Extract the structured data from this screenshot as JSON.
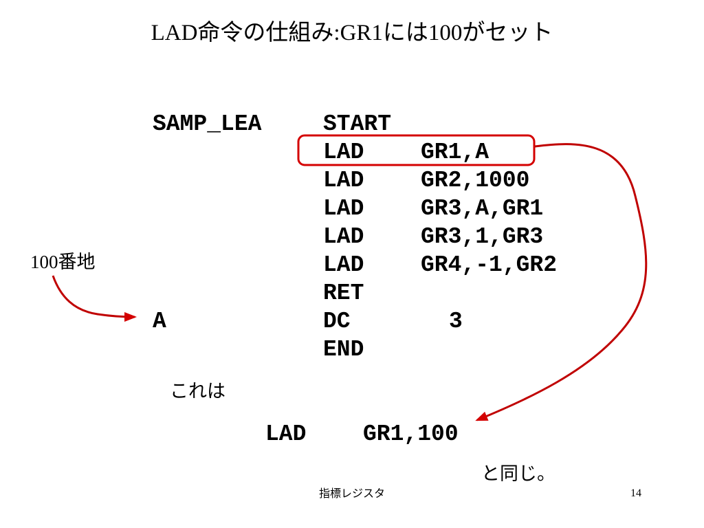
{
  "title": "LAD命令の仕組み:GR1には100がセット",
  "program": [
    {
      "label": "SAMP_LEA",
      "op": "START"
    },
    {
      "op": "LAD",
      "operand": "GR1,A"
    },
    {
      "op": "LAD",
      "operand": "GR2,1000"
    },
    {
      "op": "LAD",
      "operand": "GR3,A,GR1"
    },
    {
      "op": "LAD",
      "operand": "GR3,1,GR3"
    },
    {
      "op": "LAD",
      "operand": "GR4,-1,GR2"
    },
    {
      "op": "RET"
    },
    {
      "label": "A",
      "op": "DC",
      "operand": "3"
    },
    {
      "op": "END"
    }
  ],
  "highlighted_row": 1,
  "address_label": "100番地",
  "note_prefix": "これは",
  "equivalent": {
    "op": "LAD",
    "operand": "GR1,100"
  },
  "note_suffix": "と同じ。",
  "footer": {
    "section": "指標レジスタ",
    "page": "14"
  },
  "colors": {
    "accent": "#d40000",
    "text": "#000000",
    "background": "#ffffff"
  }
}
